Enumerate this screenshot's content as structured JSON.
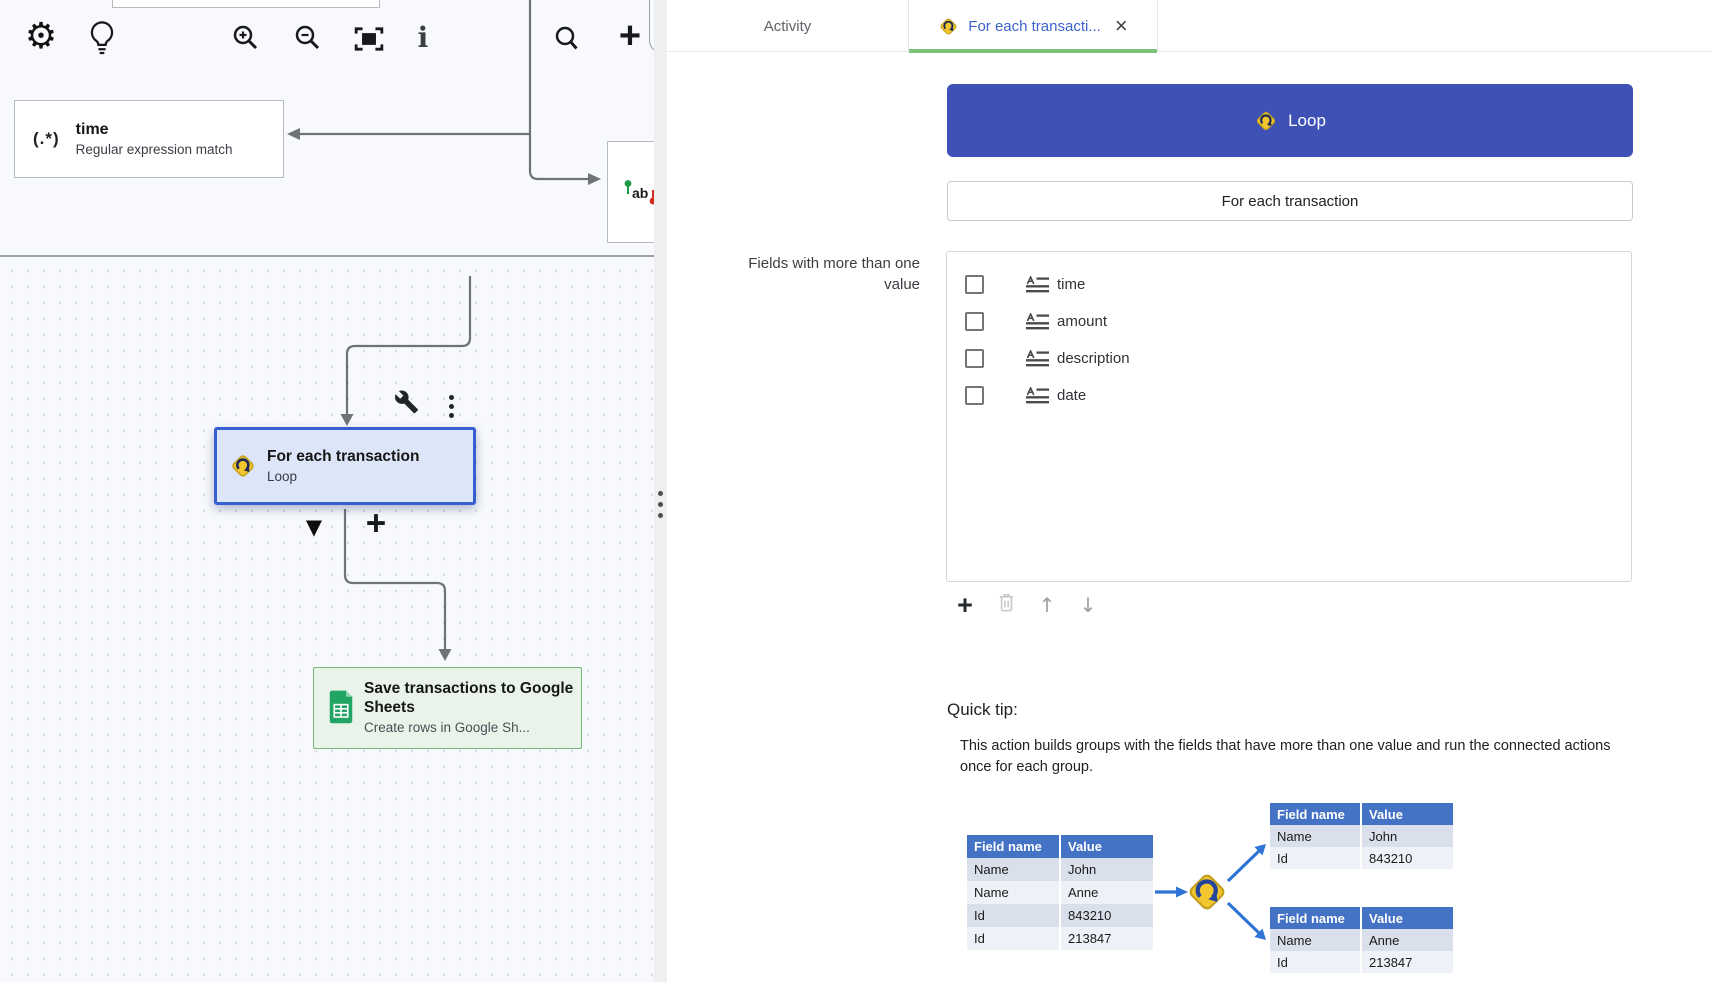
{
  "canvas": {
    "toolbar": {
      "icons": [
        "settings-gear",
        "idea-bulb",
        "zoom-in",
        "zoom-out",
        "fit-to-screen",
        "info",
        "search",
        "add"
      ]
    },
    "nodes": {
      "time": {
        "icon_label": "(.*)",
        "title": "time",
        "subtitle": "Regular expression match"
      },
      "ab_fragment": {
        "label": "ab"
      },
      "loop": {
        "title": "For each transaction",
        "subtitle": "Loop"
      },
      "sheets": {
        "title": "Save transactions to Google Sheets",
        "subtitle": "Create rows in Google Sh..."
      }
    }
  },
  "panel": {
    "tabs": [
      {
        "label": "Activity",
        "active": false
      },
      {
        "label": "For each transacti...",
        "active": true,
        "icon": "loop-diamond"
      }
    ],
    "loop_header": "Loop",
    "name_value": "For each transaction",
    "fields_label": "Fields with more than one value",
    "fields": [
      {
        "label": "time",
        "checked": false
      },
      {
        "label": "amount",
        "checked": false
      },
      {
        "label": "description",
        "checked": false
      },
      {
        "label": "date",
        "checked": false
      }
    ],
    "list_toolbar": [
      "add",
      "delete",
      "move-up",
      "move-down"
    ],
    "quick_tip": {
      "title": "Quick tip:",
      "body": "This action builds groups with the fields that have more than one value and run the connected actions once for each group."
    },
    "illustration": {
      "source_table": {
        "headers": [
          "Field name",
          "Value"
        ],
        "rows": [
          [
            "Name",
            "John"
          ],
          [
            "Name",
            "Anne"
          ],
          [
            "Id",
            "843210"
          ],
          [
            "Id",
            "213847"
          ]
        ]
      },
      "group_tables": [
        {
          "headers": [
            "Field name",
            "Value"
          ],
          "rows": [
            [
              "Name",
              "John"
            ],
            [
              "Id",
              "843210"
            ]
          ]
        },
        {
          "headers": [
            "Field name",
            "Value"
          ],
          "rows": [
            [
              "Name",
              "Anne"
            ],
            [
              "Id",
              "213847"
            ]
          ]
        }
      ]
    }
  },
  "colors": {
    "accent_indigo": "#3e51b5",
    "selected_node_blue": "#3660d0",
    "tab_text_blue": "#3d63d0",
    "tab_underline_green": "#7cc47c",
    "loop_icon_gold": "#f4c62e",
    "sheets_green": "#21a464",
    "table_header_blue": "#4472c4",
    "illustration_arrow_blue": "#2e74d6",
    "connector_gray": "#6e7378"
  }
}
